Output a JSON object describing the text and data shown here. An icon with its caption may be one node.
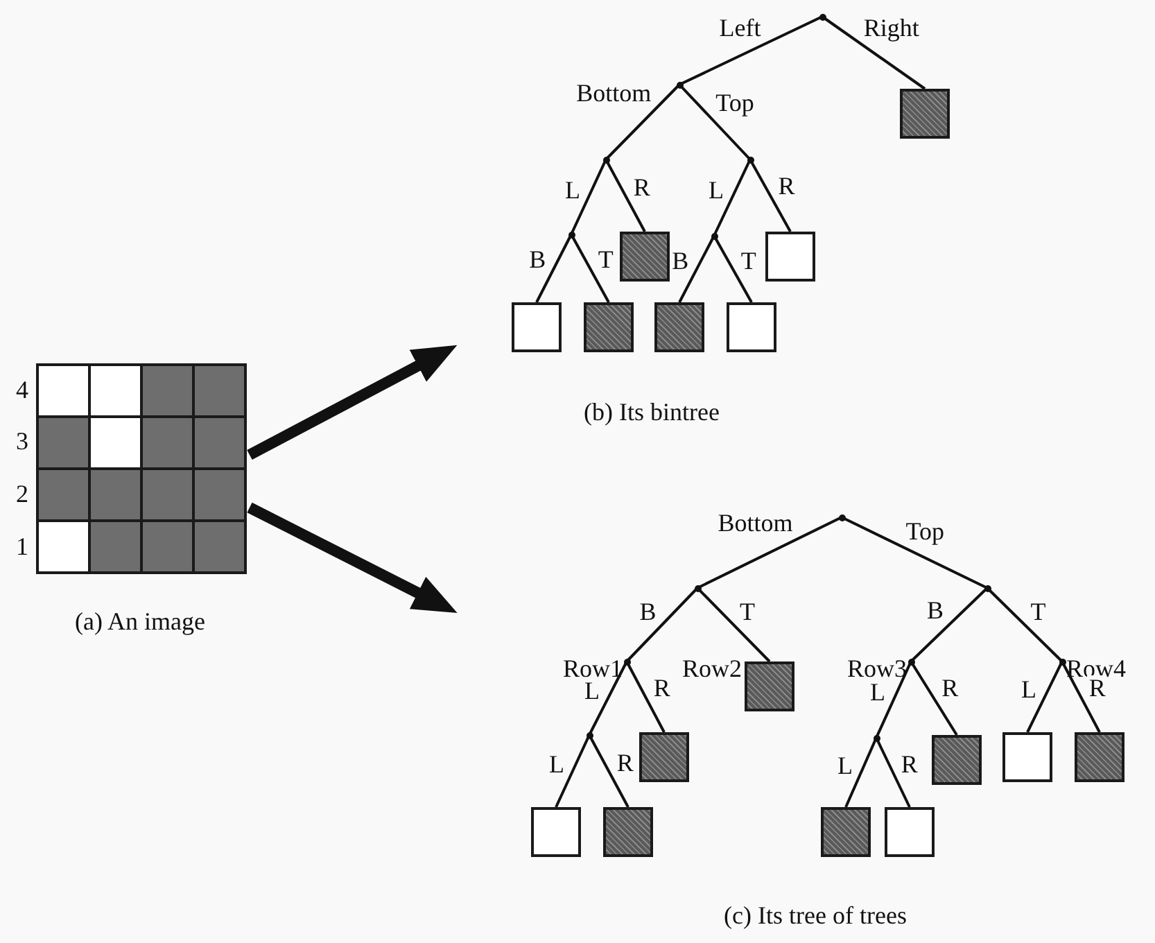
{
  "diagram": {
    "nodes": [
      {
        "text": [],
        "shape": "picture",
        "beside": [
          "4",
          "3",
          "2",
          "1",
          "(a) An image"
        ]
      },
      {
        "text": [],
        "shape": "point"
      },
      {
        "text": [],
        "shape": "point"
      },
      {
        "text": [],
        "shape": "box"
      },
      {
        "text": [],
        "shape": "point"
      },
      {
        "text": [],
        "shape": "point"
      },
      {
        "text": [],
        "shape": "point"
      },
      {
        "text": [],
        "shape": "box"
      },
      {
        "text": [],
        "shape": "box"
      },
      {
        "text": [],
        "shape": "box"
      },
      {
        "text": [],
        "shape": "point"
      },
      {
        "text": [],
        "shape": "box"
      },
      {
        "text": [],
        "shape": "box"
      },
      {
        "text": [],
        "shape": "box"
      },
      {
        "text": [],
        "shape": "point"
      },
      {
        "text": [],
        "shape": "point"
      },
      {
        "text": [],
        "shape": "point"
      },
      {
        "text": [],
        "shape": "point",
        "beside": [
          "Row1"
        ]
      },
      {
        "text": [],
        "shape": "box",
        "beside": [
          "Row2"
        ]
      },
      {
        "text": [],
        "shape": "point",
        "beside": [
          "Row3"
        ]
      },
      {
        "text": [],
        "shape": "point",
        "beside": [
          "Row4"
        ]
      },
      {
        "text": [],
        "shape": "point"
      },
      {
        "text": [],
        "shape": "box"
      },
      {
        "text": [],
        "shape": "box"
      },
      {
        "text": [],
        "shape": "box"
      },
      {
        "text": [],
        "shape": "point"
      },
      {
        "text": [],
        "shape": "box"
      },
      {
        "text": [],
        "shape": "box"
      },
      {
        "text": [],
        "shape": "box"
      },
      {
        "text": [],
        "shape": "box"
      },
      {
        "text": [],
        "shape": "box"
      }
    ],
    "edges": [
      {
        "from": 1,
        "to": 2,
        "arrow": "none",
        "label": "Left"
      },
      {
        "from": 1,
        "to": 3,
        "arrow": "none",
        "label": "Right"
      },
      {
        "from": 2,
        "to": 4,
        "arrow": "none",
        "label": "Bottom"
      },
      {
        "from": 2,
        "to": 5,
        "arrow": "none",
        "label": "Top"
      },
      {
        "from": 4,
        "to": 6,
        "arrow": "none",
        "label": "L"
      },
      {
        "from": 4,
        "to": 7,
        "arrow": "none",
        "label": "R"
      },
      {
        "from": 6,
        "to": 8,
        "arrow": "none",
        "label": "B"
      },
      {
        "from": 6,
        "to": 9,
        "arrow": "none",
        "label": "T"
      },
      {
        "from": 5,
        "to": 10,
        "arrow": "none",
        "label": "L"
      },
      {
        "from": 5,
        "to": 11,
        "arrow": "none",
        "label": "R"
      },
      {
        "from": 10,
        "to": 12,
        "arrow": "none",
        "label": "B"
      },
      {
        "from": 10,
        "to": 13,
        "arrow": "none",
        "label": "T"
      },
      {
        "from": 14,
        "to": 15,
        "arrow": "none",
        "label": "Bottom"
      },
      {
        "from": 14,
        "to": 16,
        "arrow": "none",
        "label": "Top"
      },
      {
        "from": 15,
        "to": 17,
        "arrow": "none",
        "label": "B"
      },
      {
        "from": 15,
        "to": 18,
        "arrow": "none",
        "label": "T"
      },
      {
        "from": 16,
        "to": 19,
        "arrow": "none",
        "label": "B"
      },
      {
        "from": 16,
        "to": 20,
        "arrow": "none",
        "label": "T"
      },
      {
        "from": 17,
        "to": 21,
        "arrow": "none",
        "label": "L"
      },
      {
        "from": 17,
        "to": 22,
        "arrow": "none",
        "label": "R"
      },
      {
        "from": 21,
        "to": 23,
        "arrow": "none",
        "label": "L"
      },
      {
        "from": 21,
        "to": 24,
        "arrow": "none",
        "label": "R"
      },
      {
        "from": 19,
        "to": 25,
        "arrow": "none",
        "label": "L"
      },
      {
        "from": 19,
        "to": 26,
        "arrow": "none",
        "label": "R"
      },
      {
        "from": 25,
        "to": 27,
        "arrow": "none",
        "label": "L"
      },
      {
        "from": 25,
        "to": 28,
        "arrow": "none",
        "label": "R"
      },
      {
        "from": 20,
        "to": 29,
        "arrow": "none",
        "label": "L"
      },
      {
        "from": 20,
        "to": 30,
        "arrow": "none",
        "label": "R"
      },
      {
        "from": 0,
        "to": null,
        "arrow": "to",
        "style": "thick"
      },
      {
        "from": 0,
        "to": null,
        "arrow": "to",
        "style": "thick"
      }
    ],
    "labels": [
      "(b) Its bintree",
      "(c) Its tree of trees"
    ]
  }
}
